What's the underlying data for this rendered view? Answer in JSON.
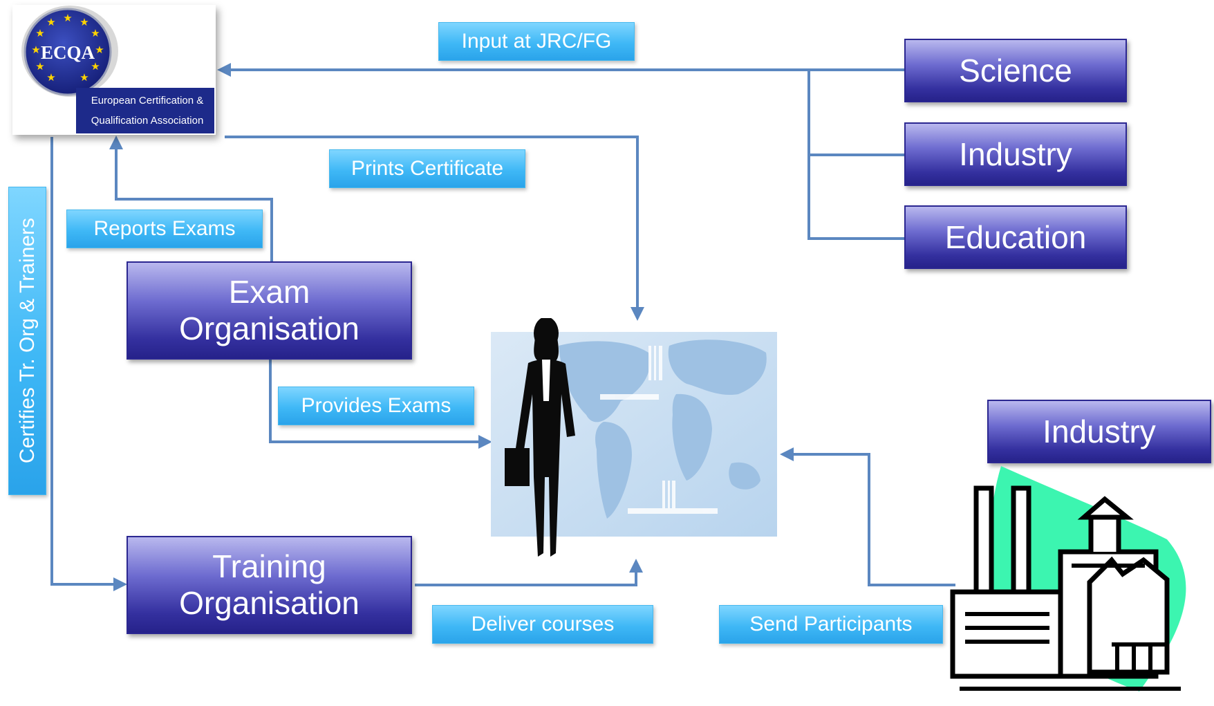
{
  "logo": {
    "acronym": "ECQA",
    "name_line1": "European Certification &",
    "name_line2": "Qualification Association",
    "colors": {
      "navy": "#1d2a8a",
      "star": "#ffd400"
    }
  },
  "nodes": {
    "science": "Science",
    "industry_top": "Industry",
    "education": "Education",
    "exam_org": [
      "Exam",
      "Organisation"
    ],
    "training_org": [
      "Training",
      "Organisation"
    ],
    "industry_right": "Industry"
  },
  "edge_labels": {
    "input_jrc": "Input at JRC/FG",
    "prints_certificate": "Prints Certificate",
    "reports_exams": "Reports Exams",
    "provides_exams": "Provides Exams",
    "deliver_courses": "Deliver courses",
    "send_participants": "Send Participants",
    "certifies": "Certifies Tr. Org & Trainers"
  },
  "icons": {
    "participant": "businesswoman-world-map-icon",
    "industry": "factory-icon"
  },
  "colors": {
    "arrow": "#5b87c0",
    "node_fill": "#3a36a8",
    "label_fill": "#3fb8f6",
    "factory_accent": "#3cf5b0"
  }
}
